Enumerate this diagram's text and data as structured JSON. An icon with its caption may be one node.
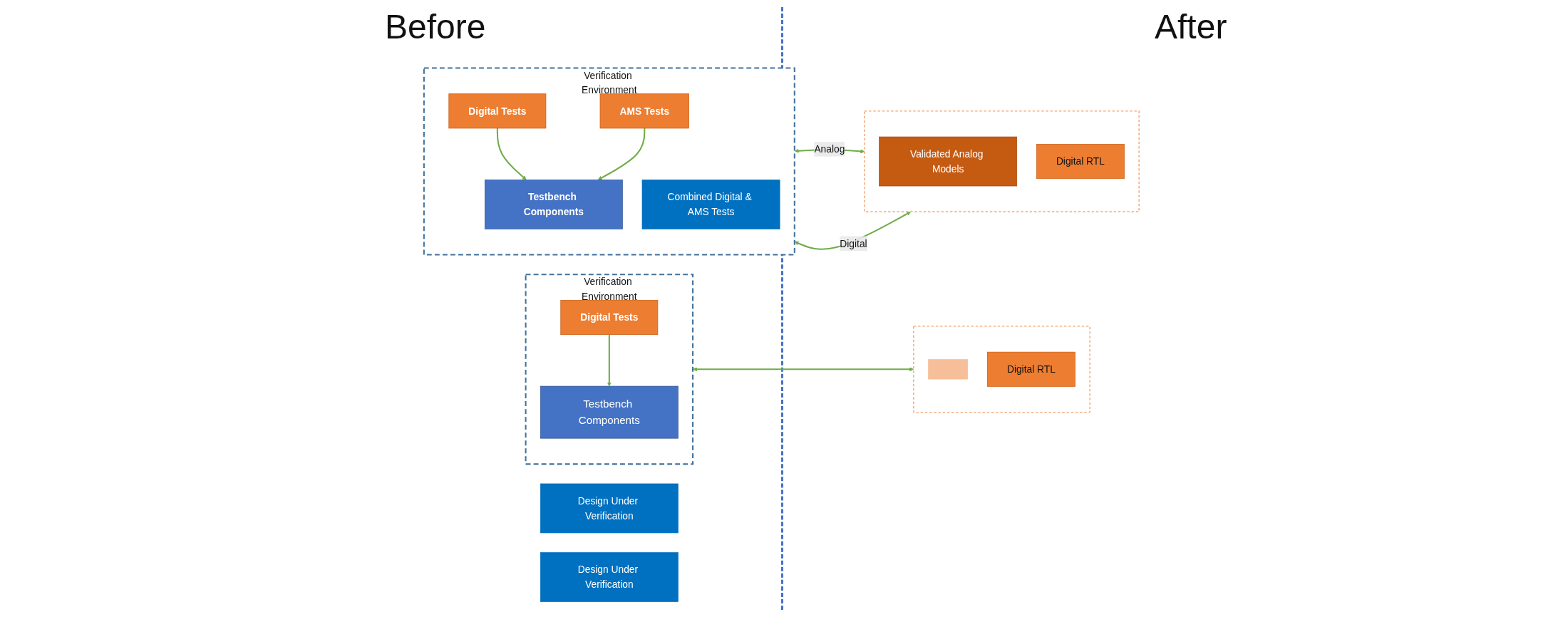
{
  "diagram": {
    "nodes": [
      {
        "text": [
          "Verification Environment"
        ]
      },
      {
        "text": [
          "Testbench Components"
        ],
        "in": 0
      },
      {
        "text": [
          "Digital Tests"
        ],
        "in": 0
      },
      {
        "text": [],
        "shape": "box"
      },
      {
        "text": [],
        "shape": "box",
        "in": 3
      },
      {
        "text": [
          "Digital RTL"
        ],
        "in": 3
      },
      {
        "text": [
          "Design Under Verification"
        ]
      },
      {
        "text": [
          "Verification Environment"
        ]
      },
      {
        "text": [
          "Testbench Components"
        ],
        "in": 7
      },
      {
        "text": [
          "Digital Tests"
        ],
        "in": 7
      },
      {
        "text": [
          "AMS Tests"
        ],
        "in": 7
      },
      {
        "text": [
          "Combined Digital & AMS Tests"
        ],
        "in": 7
      },
      {
        "text": [],
        "shape": "box"
      },
      {
        "text": [
          "Validated Analog Models"
        ],
        "in": 12
      },
      {
        "text": [
          "Digital RTL"
        ],
        "in": 12
      },
      {
        "text": [
          "Design Under Verification"
        ]
      }
    ],
    "edges": [
      {
        "from": 2,
        "to": 1,
        "arrow": "to"
      },
      {
        "from": 0,
        "to": 3,
        "arrow": "both"
      },
      {
        "from": 9,
        "to": 8,
        "arrow": "to"
      },
      {
        "from": 10,
        "to": 8,
        "arrow": "to"
      },
      {
        "from": 7,
        "to": 12,
        "arrow": "both",
        "label": "Analog"
      },
      {
        "from": 7,
        "to": 12,
        "arrow": "both",
        "label": "Digital"
      }
    ],
    "labels": [
      "Before",
      "After"
    ]
  }
}
